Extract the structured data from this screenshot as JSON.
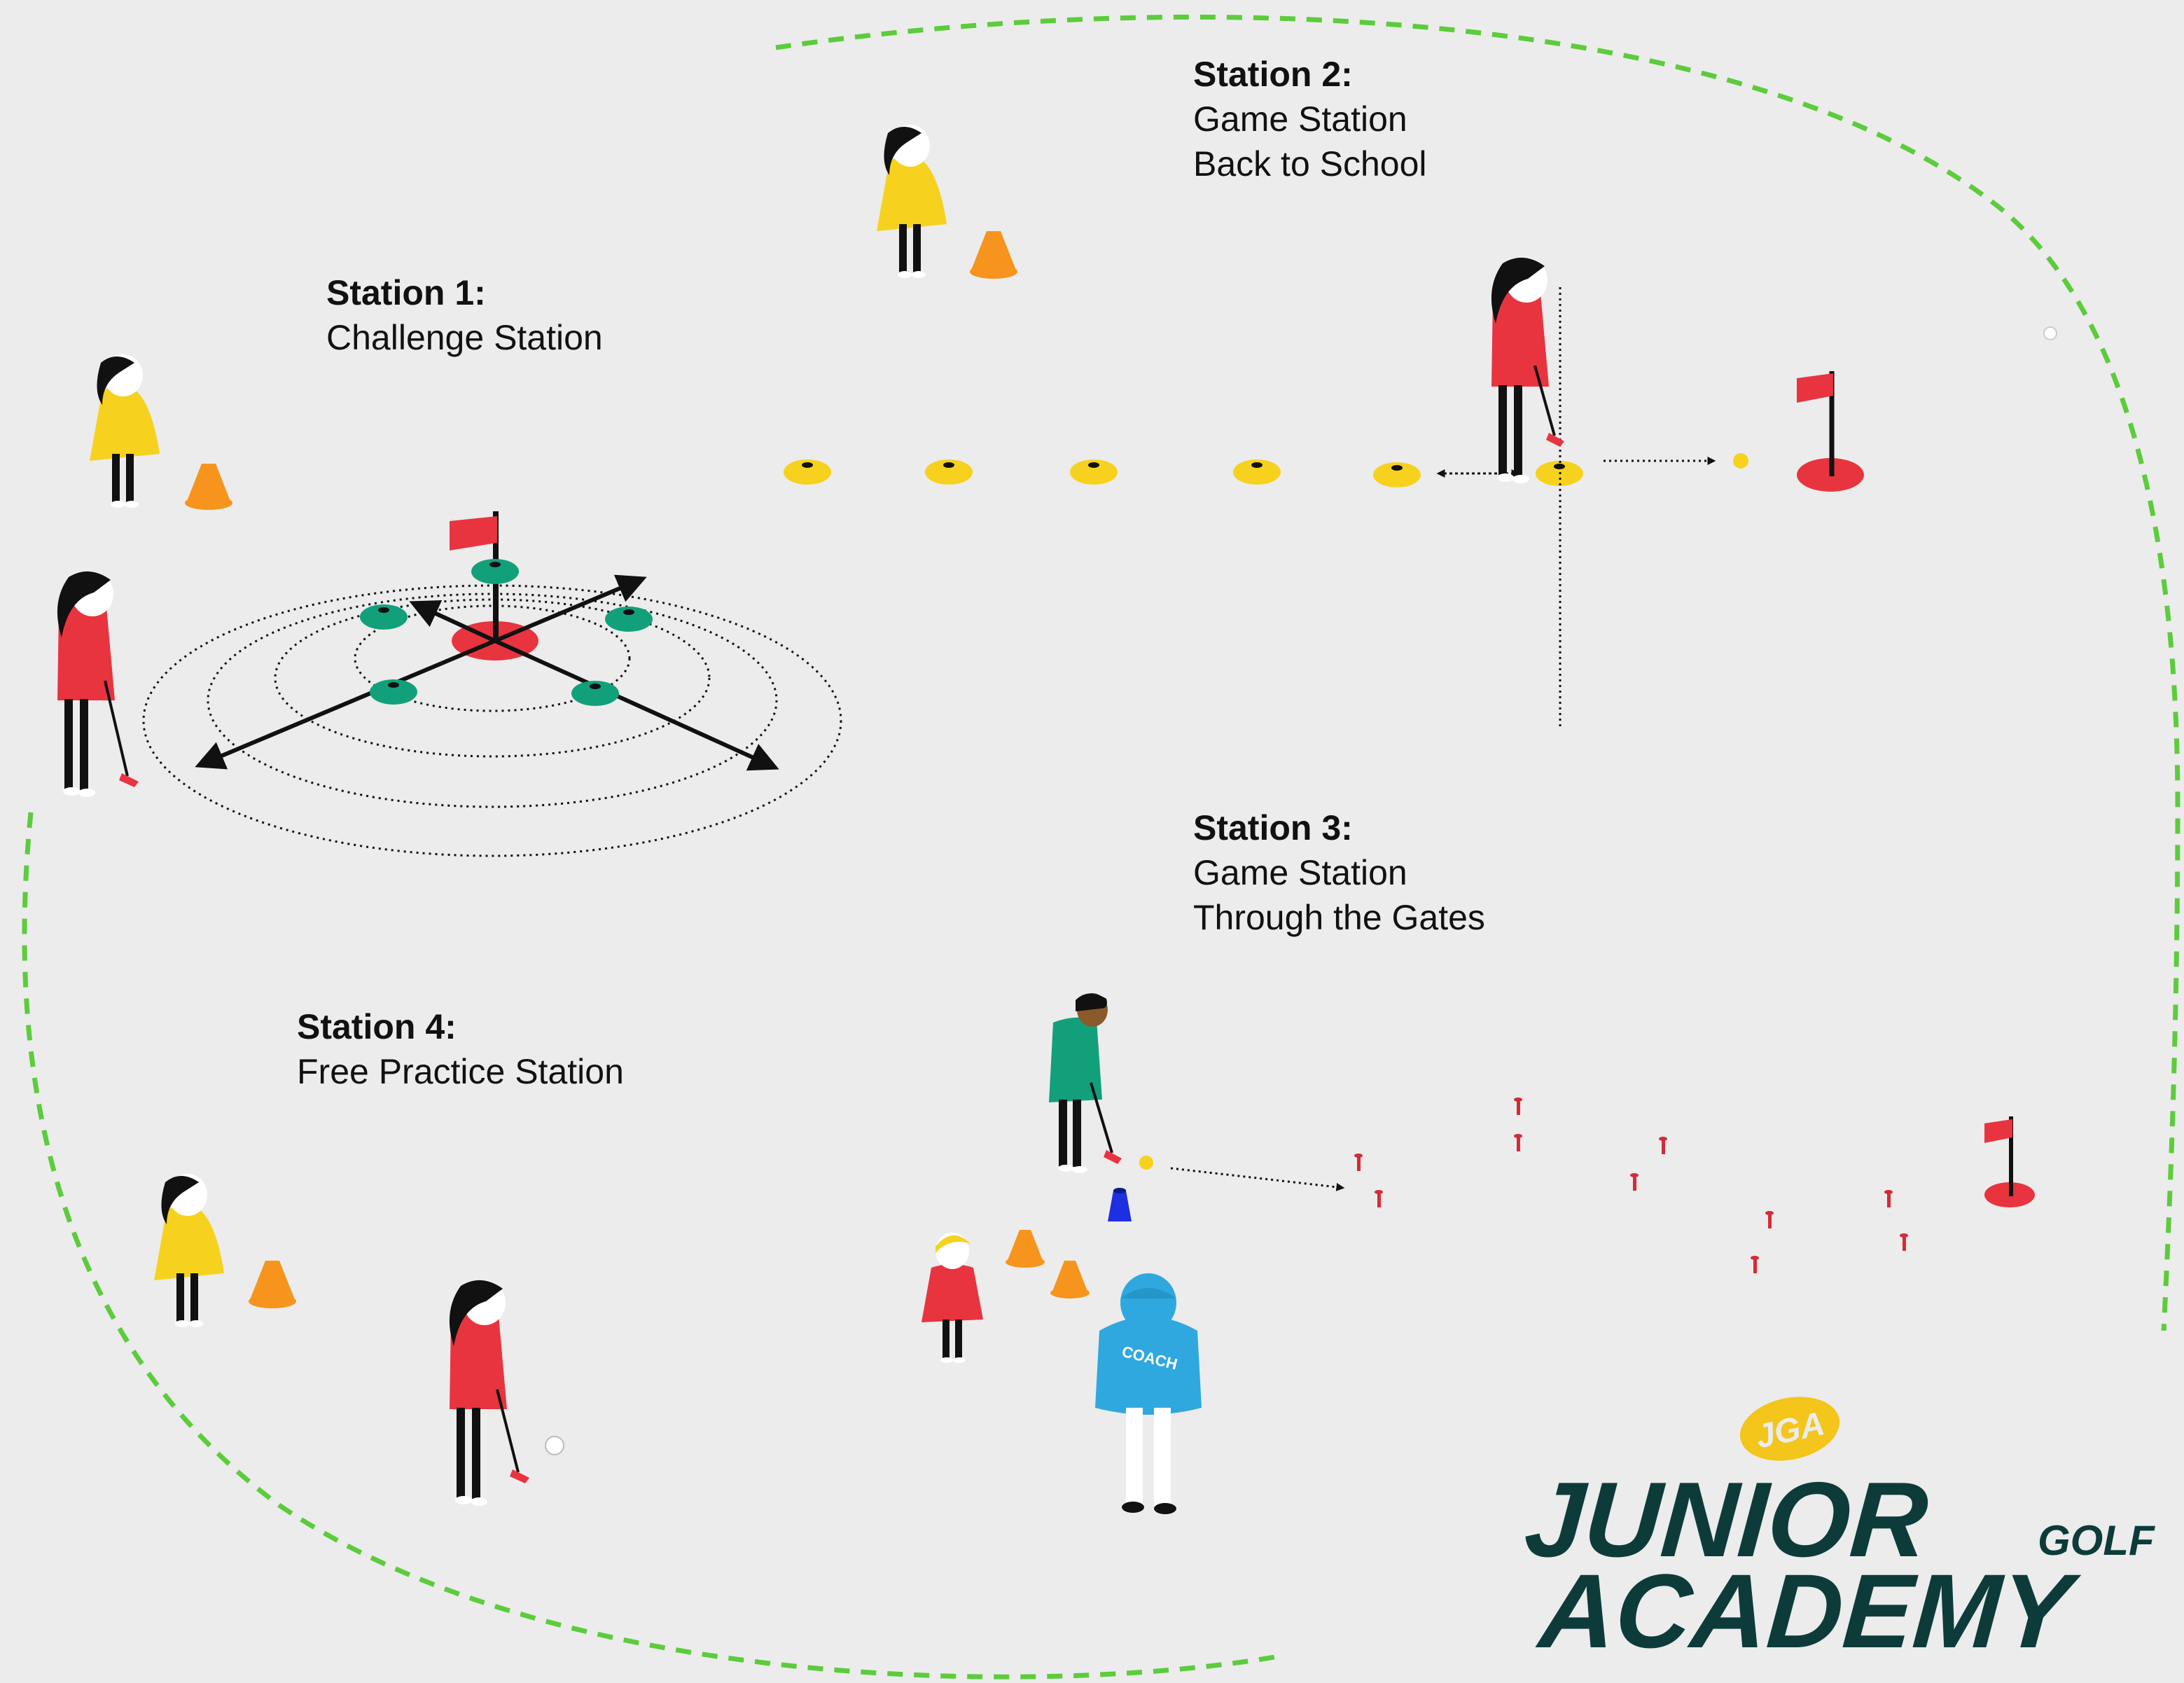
{
  "stations": [
    {
      "title": "Station 1:",
      "lines": [
        "Challenge Station"
      ]
    },
    {
      "title": "Station 2:",
      "lines": [
        "Game Station",
        "Back to School"
      ]
    },
    {
      "title": "Station 3:",
      "lines": [
        "Game Station",
        "Through the Gates"
      ]
    },
    {
      "title": "Station 4:",
      "lines": [
        "Free Practice Station"
      ]
    }
  ],
  "coach_shirt_text": "COACH",
  "logo": {
    "word1": "JUNIOR",
    "word2": "GOLF",
    "word3": "ACADEMY",
    "badge": "JGA"
  },
  "colors": {
    "background": "#ececec",
    "boundary": "#5ccc3c",
    "target_red": "#e8343f",
    "cone_orange": "#f7941d",
    "disc_yellow": "#f6d21e",
    "disc_green": "#12a07b",
    "shirt_yellow": "#f6d21e",
    "shirt_red": "#e8343f",
    "shirt_green": "#12a07b",
    "coach_blue": "#2fa8df",
    "logo_dark": "#0d3b3a",
    "logo_gold": "#f4c51a"
  }
}
